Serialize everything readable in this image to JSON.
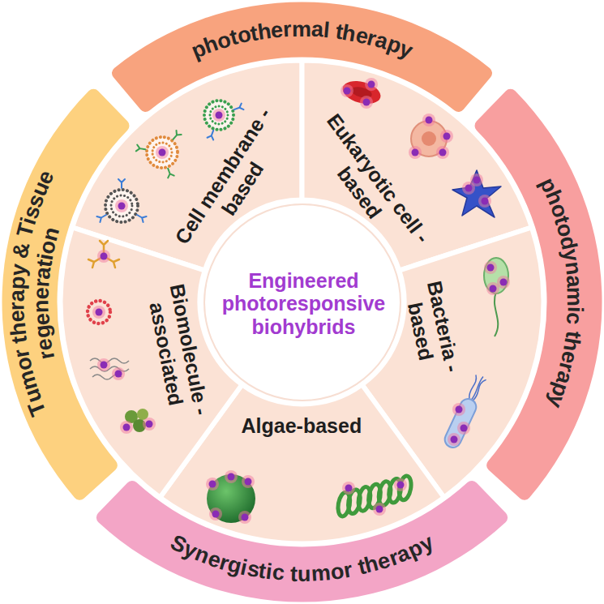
{
  "diagram": {
    "nodes": [
      {
        "text": [
          "Engineered photoresponsive biohybrids"
        ]
      },
      {
        "text": [
          "Cell membrane -based"
        ]
      },
      {
        "text": [
          "Eukaryotic cell -based"
        ]
      },
      {
        "text": [
          "Bacteria -based"
        ]
      },
      {
        "text": [
          "Algae-based"
        ]
      },
      {
        "text": [
          "Biomolecule -associated"
        ]
      },
      {
        "text": [
          "photothermal therapy"
        ]
      },
      {
        "text": [
          "photodynamic therapy"
        ]
      },
      {
        "text": [
          "Synergistic tumor therapy"
        ]
      },
      {
        "text": [
          "Tumor therapy & Tissue regeneration"
        ]
      }
    ]
  }
}
